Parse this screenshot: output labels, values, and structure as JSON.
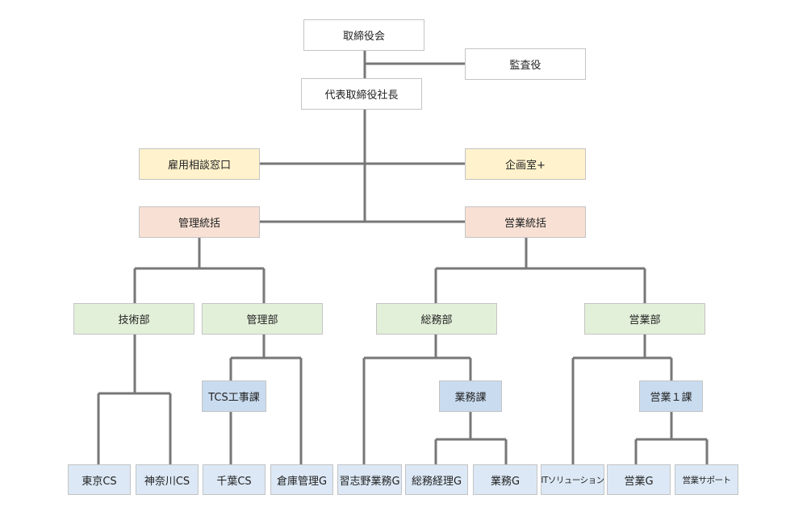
{
  "org": {
    "board": "取締役会",
    "audit": "監査役",
    "president": "代表取締役社長",
    "consult": "雇用相談窓口",
    "planning": "企画室+",
    "admin_mgmt": "管理統括",
    "sales_mgmt": "営業統括",
    "tech_dept": "技術部",
    "admin_dept": "管理部",
    "general_dept": "総務部",
    "sales_dept": "営業部",
    "tcs_section": "TCS工事課",
    "business_section": "業務課",
    "sales1_section": "営業１課",
    "tokyo_cs": "東京CS",
    "kanagawa_cs": "神奈川CS",
    "chiba_cs": "千葉CS",
    "warehouse_g": "倉庫管理G",
    "narashino_g": "習志野業務G",
    "accounting_g": "総務経理G",
    "business_g": "業務G",
    "it_solution": "ITソリューション",
    "sales_g": "営業G",
    "sales_support": "営業サポート"
  },
  "colors": {
    "line": "#777777",
    "border": "#c4c4c4",
    "top": "#ffffff",
    "staff": "#fff2cc",
    "division": "#f8e1d4",
    "department": "#e3f0d9",
    "section": "#c9dbef",
    "group": "#dce8f5"
  }
}
